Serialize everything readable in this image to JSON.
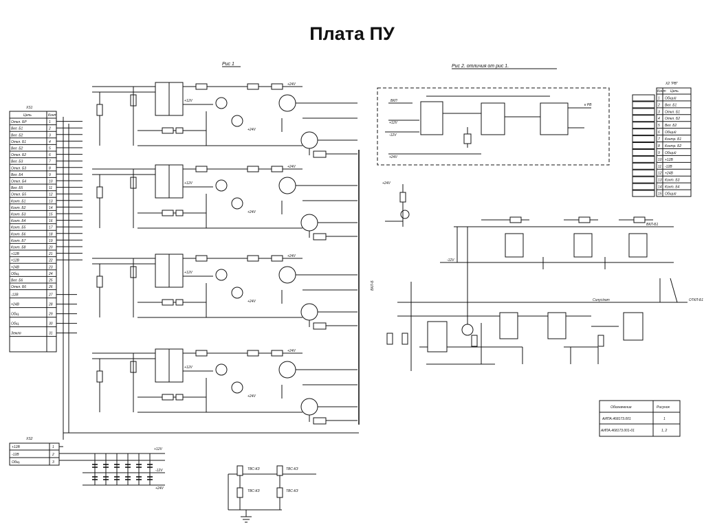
{
  "page": {
    "title": "Плата ПУ"
  },
  "figures": {
    "fig1_caption": "Рис 1",
    "fig2_caption": "Рис 2. отличия от рис 1."
  },
  "xs1": {
    "label": "XS1",
    "header": [
      "Цепь",
      "Конт"
    ],
    "rows": [
      [
        "Откл. БР",
        "1"
      ],
      [
        "Вкл. Б1",
        "2"
      ],
      [
        "Вкл. Б2",
        "3"
      ],
      [
        "Откл. Б1",
        "4"
      ],
      [
        "Вкл. Б2",
        "5"
      ],
      [
        "Откл. Б2",
        "6"
      ],
      [
        "Вкл. Б3",
        "7"
      ],
      [
        "Откл. Б3",
        "8"
      ],
      [
        "Вкл. Б4",
        "9"
      ],
      [
        "Откл. Б4",
        "10"
      ],
      [
        "Вкл. Б5",
        "11"
      ],
      [
        "Откл. Б5",
        "12"
      ],
      [
        "Конт. Б1",
        "13"
      ],
      [
        "Конт. Б2",
        "14"
      ],
      [
        "Конт. Б3",
        "15"
      ],
      [
        "Конт. Б4",
        "16"
      ],
      [
        "Конт. Б5",
        "17"
      ],
      [
        "Конт. Б6",
        "18"
      ],
      [
        "Конт. Б7",
        "19"
      ],
      [
        "Конт. Б8",
        "20"
      ],
      [
        "+12В",
        "21"
      ],
      [
        "+12В",
        "22"
      ],
      [
        "+24В",
        "23"
      ],
      [
        "Общ.",
        "24"
      ],
      [
        "Вкл. Б6",
        "25"
      ],
      [
        "Откл. Б6",
        "26"
      ]
    ],
    "lower_rows": [
      [
        "-12В",
        "27"
      ],
      [
        "+24В",
        "28"
      ],
      [
        "Общ.",
        "29"
      ],
      [
        "Общ.",
        "30"
      ],
      [
        "Земля",
        "31"
      ]
    ]
  },
  "xs2": {
    "label": "XS2",
    "rows": [
      [
        "+12В",
        "1"
      ],
      [
        "-12В",
        "2"
      ],
      [
        "Общ.",
        "3"
      ]
    ]
  },
  "x2": {
    "label": "X2 \"РВ\"",
    "header": [
      "Конт",
      "Цепь"
    ],
    "rows": [
      [
        "1",
        "Общий"
      ],
      [
        "2",
        "Вкл. Б1"
      ],
      [
        "3",
        "Откл. Б1"
      ],
      [
        "4",
        "Откл. Б2"
      ],
      [
        "5",
        "Вкл. Б2"
      ],
      [
        "6",
        "Общий"
      ],
      [
        "7",
        "Контр. Б1"
      ],
      [
        "8",
        "Контр. Б2"
      ],
      [
        "9",
        "Общий"
      ],
      [
        "10",
        "+12В"
      ],
      [
        "11",
        "-12В"
      ],
      [
        "12",
        "+24В"
      ],
      [
        "13",
        "Конт. Б3"
      ],
      [
        "14",
        "Конт. Б4"
      ],
      [
        "15",
        "Общий"
      ]
    ]
  },
  "designation_table": {
    "header": [
      "Обозначение",
      "Рисунок"
    ],
    "rows": [
      [
        "АИПА.468173.001",
        "1"
      ],
      [
        "АИПА.468173.001-01",
        "1, 2"
      ]
    ]
  },
  "labels": {
    "v24": "+24V",
    "v12": "+12V",
    "v12n": "-12V",
    "common": "Общ",
    "sch1": "ВКЛ-Б1",
    "sch2": "ОТКЛ-Б1",
    "lamp": "Синус/кат",
    "rel": "к РВ"
  }
}
